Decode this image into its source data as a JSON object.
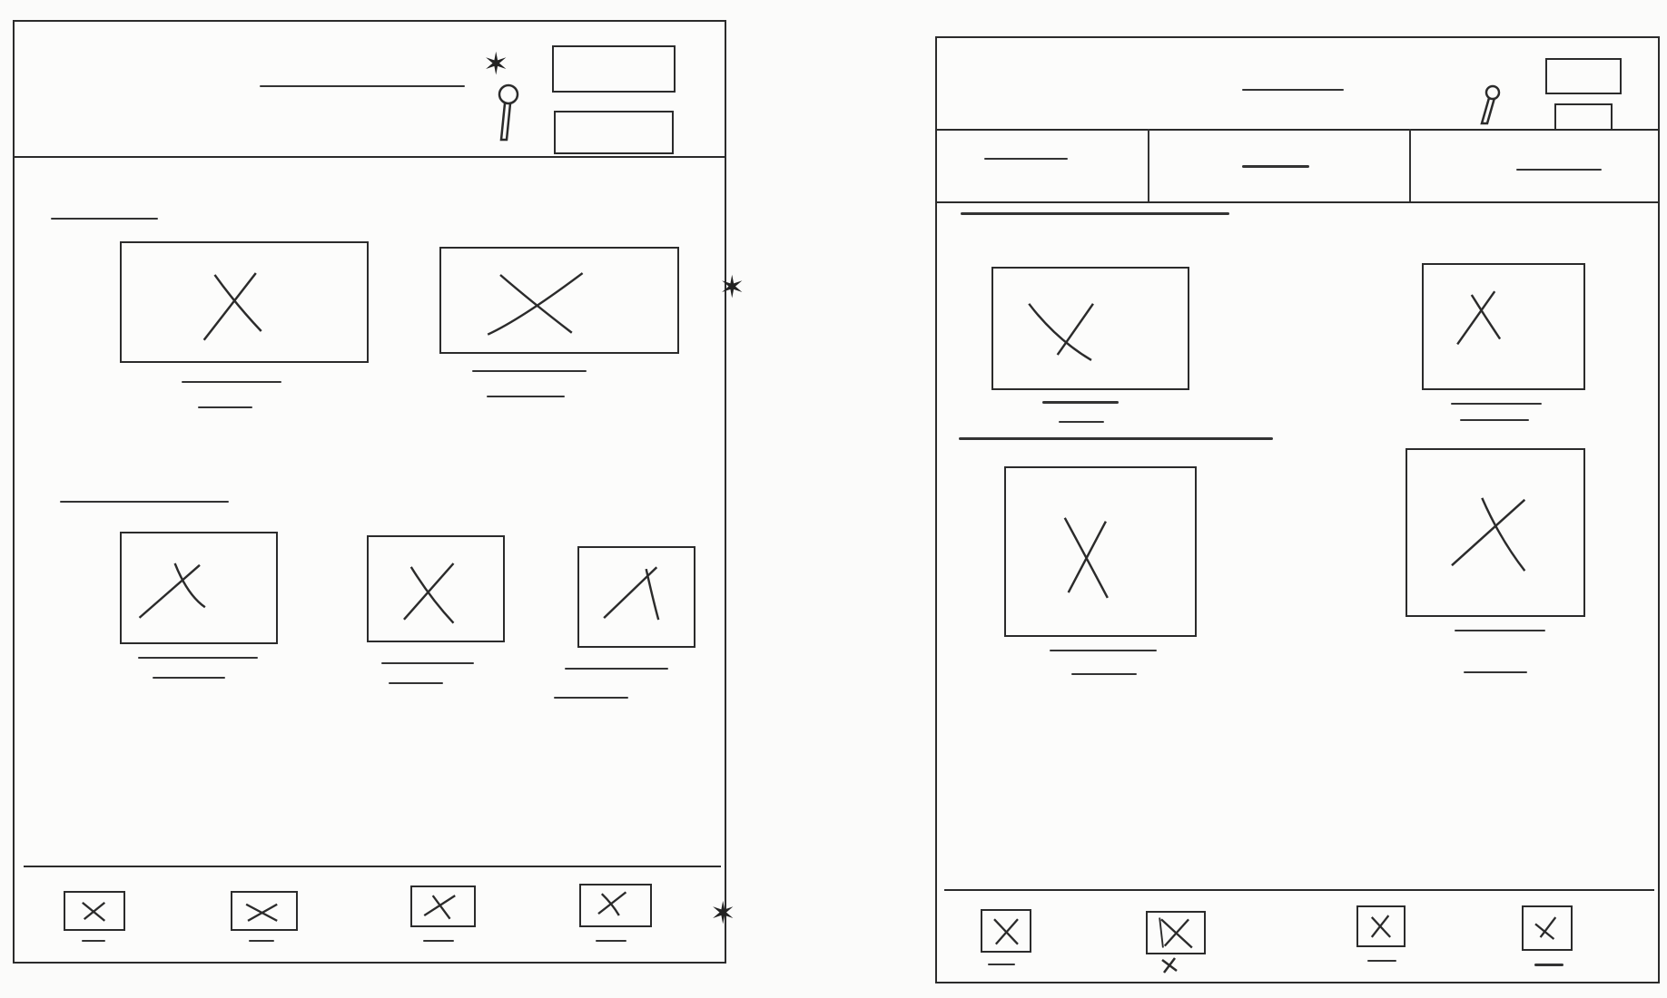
{
  "wireframes": [
    {
      "name": "left-wireframe",
      "header": {
        "buttons": [
          "",
          ""
        ]
      },
      "sections": [
        {
          "heading": "",
          "items": 2
        },
        {
          "heading": "",
          "items": 3
        }
      ],
      "bottom_nav": {
        "items": 4
      }
    },
    {
      "name": "right-wireframe",
      "header": {
        "buttons": [
          "",
          ""
        ]
      },
      "tabs": [
        "",
        "",
        ""
      ],
      "grid": {
        "items": 4
      },
      "bottom_nav": {
        "items": 4
      }
    }
  ],
  "annotations": {
    "star_marks": 3
  },
  "icons": {
    "placeholder": "image-placeholder-icon",
    "pin": "pin-icon",
    "star": "star-icon"
  },
  "colors": {
    "ink": "#2b2b2b",
    "paper": "#fbfbfa"
  }
}
